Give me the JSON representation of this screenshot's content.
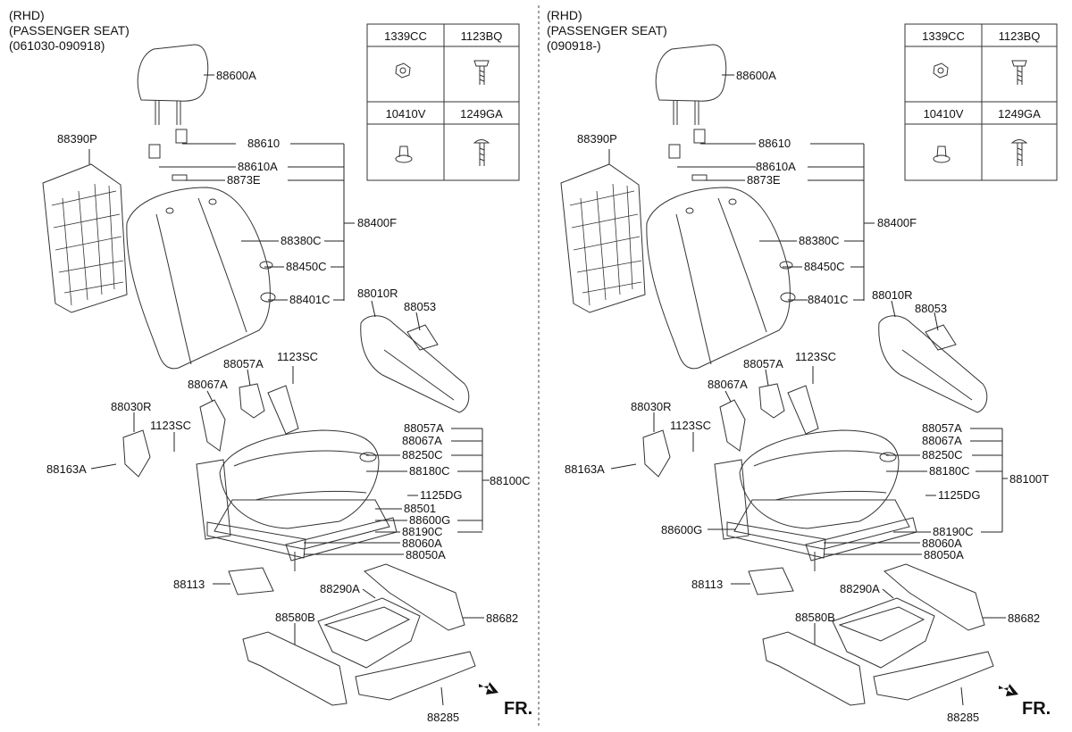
{
  "panels": [
    {
      "id": "left",
      "header": [
        "(RHD)",
        "(PASSENGER SEAT)",
        "(061030-090918)"
      ],
      "fasteners": [
        "1339CC",
        "1123BQ",
        "10410V",
        "1249GA"
      ],
      "labels": {
        "l88600A": "88600A",
        "l88390P": "88390P",
        "l88610": "88610",
        "l88610A": "88610A",
        "l8873E": "8873E",
        "l88400F": "88400F",
        "l88380C": "88380C",
        "l88450C": "88450C",
        "l88401C": "88401C",
        "l88010R": "88010R",
        "l88053": "88053",
        "l88057Aa": "88057A",
        "l1123SCa": "1123SC",
        "l88067Aa": "88067A",
        "l88030R": "88030R",
        "l1123SCb": "1123SC",
        "l88163A": "88163A",
        "l88057Ab": "88057A",
        "l88067Ab": "88067A",
        "l88250C": "88250C",
        "l88180C": "88180C",
        "l88100": "88100C",
        "l1125DG": "1125DG",
        "l88501": "88501",
        "l88600G": "88600G",
        "l88190C": "88190C",
        "l88060A": "88060A",
        "l88050A": "88050A",
        "l88113": "88113",
        "l88290A": "88290A",
        "l88580B": "88580B",
        "l88682": "88682",
        "l88285": "88285",
        "lFR": "FR."
      }
    },
    {
      "id": "right",
      "header": [
        "(RHD)",
        "(PASSENGER SEAT)",
        "(090918-)"
      ],
      "fasteners": [
        "1339CC",
        "1123BQ",
        "10410V",
        "1249GA"
      ],
      "labels": {
        "l88600A": "88600A",
        "l88390P": "88390P",
        "l88610": "88610",
        "l88610A": "88610A",
        "l8873E": "8873E",
        "l88400F": "88400F",
        "l88380C": "88380C",
        "l88450C": "88450C",
        "l88401C": "88401C",
        "l88010R": "88010R",
        "l88053": "88053",
        "l88057Aa": "88057A",
        "l1123SCa": "1123SC",
        "l88067Aa": "88067A",
        "l88030R": "88030R",
        "l1123SCb": "1123SC",
        "l88163A": "88163A",
        "l88057Ab": "88057A",
        "l88067Ab": "88067A",
        "l88250C": "88250C",
        "l88180C": "88180C",
        "l88100": "88100T",
        "l1125DG": "1125DG",
        "l88600G": "88600G",
        "l88190C": "88190C",
        "l88060A": "88060A",
        "l88050A": "88050A",
        "l88113": "88113",
        "l88290A": "88290A",
        "l88580B": "88580B",
        "l88682": "88682",
        "l88285": "88285",
        "lFR": "FR."
      }
    }
  ]
}
